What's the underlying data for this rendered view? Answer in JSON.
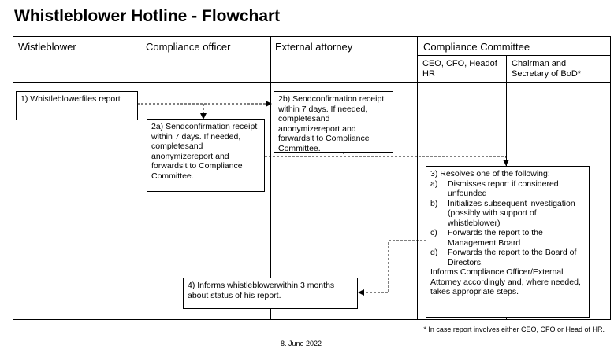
{
  "title": "Whistleblower Hotline  - Flowchart",
  "lanes": {
    "whistleblower": "Wistleblower",
    "compliance_officer": "Compliance officer",
    "external_attorney": "External attorney",
    "compliance_committee": "Compliance Committee",
    "sub_ceo": "CEO, CFO, Headof HR",
    "sub_chairman": "Chairman and Secretary of BoD*"
  },
  "steps": {
    "s1": "1) Whistleblowerfiles report",
    "s2a": "2a) Sendconfirmation receipt within 7 days. If needed, completesand anonymizereport and forwardsit to Compliance Committee.",
    "s2b": "2b) Sendconfirmation receipt within 7 days. If needed, completesand anonymizereport and forwardsit to Compliance Committee.",
    "s3_intro": "3) Resolves one of the following:",
    "s3_options": [
      {
        "marker": "a)",
        "text": "Dismisses report if considered unfounded"
      },
      {
        "marker": "b)",
        "text": "Initializes subsequent investigation (possibly with support of whistleblower)"
      },
      {
        "marker": "c)",
        "text": "Forwards the report to the Management Board"
      },
      {
        "marker": "d)",
        "text": "Forwards the report to the Board of Directors."
      }
    ],
    "s3_outro": "Informs Compliance Officer/External Attorney accordingly and, where needed, takes appropriate steps.",
    "s4": "4) Informs whistleblowerwithin 3 months about status of his report."
  },
  "footnote": "* In case report involves either CEO, CFO or Head of HR.",
  "date": "8. June 2022"
}
